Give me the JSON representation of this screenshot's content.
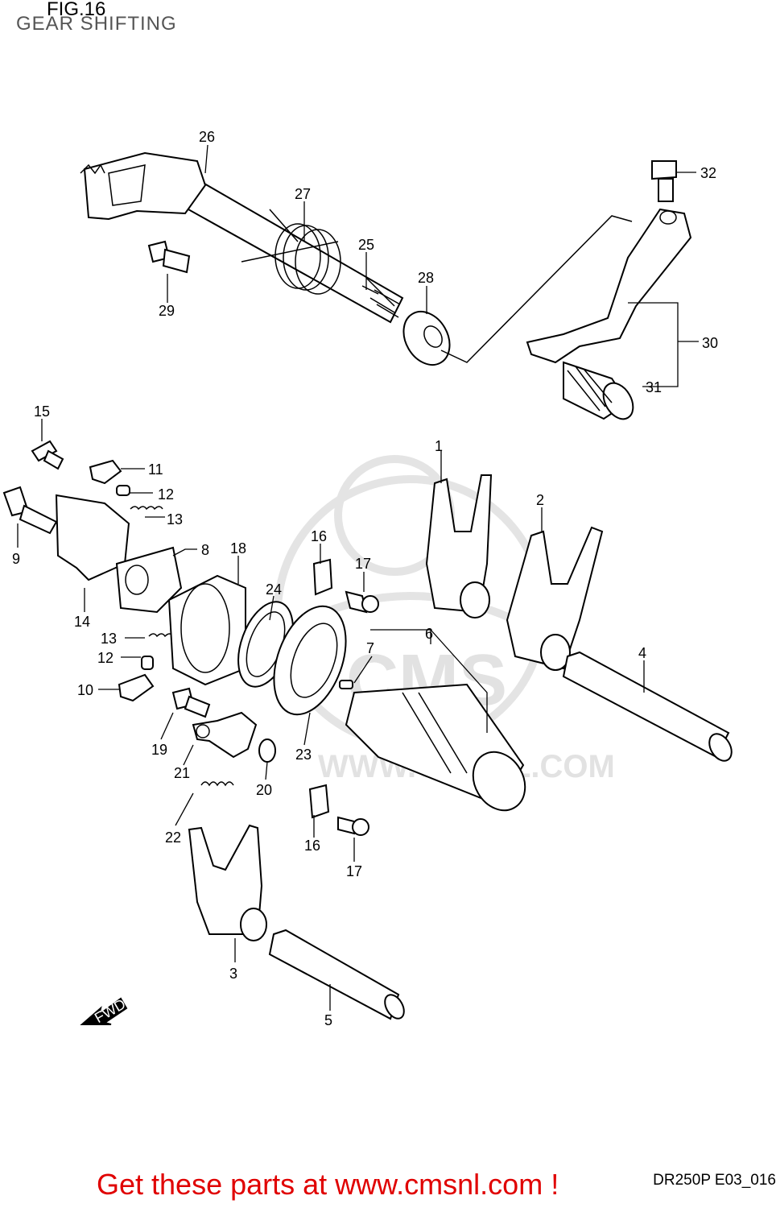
{
  "figure": {
    "title": "FIG.16",
    "subtitle": "GEAR SHIFTING",
    "reference_code": "DR250P E03_016"
  },
  "watermark": {
    "text_main": "CMS",
    "text_url": "WWW.CMSNL.COM"
  },
  "direction_marker": {
    "label": "FWD",
    "icon": "arrow-left-icon"
  },
  "footer": {
    "link_text": "Get these parts at www.cmsnl.com !",
    "color": "#e00000"
  },
  "callouts": [
    "1",
    "2",
    "3",
    "4",
    "5",
    "6",
    "7",
    "8",
    "9",
    "10",
    "11",
    "12",
    "12",
    "13",
    "13",
    "14",
    "15",
    "16",
    "16",
    "17",
    "17",
    "18",
    "19",
    "20",
    "21",
    "22",
    "23",
    "24",
    "25",
    "26",
    "27",
    "28",
    "29",
    "30",
    "31",
    "32"
  ]
}
